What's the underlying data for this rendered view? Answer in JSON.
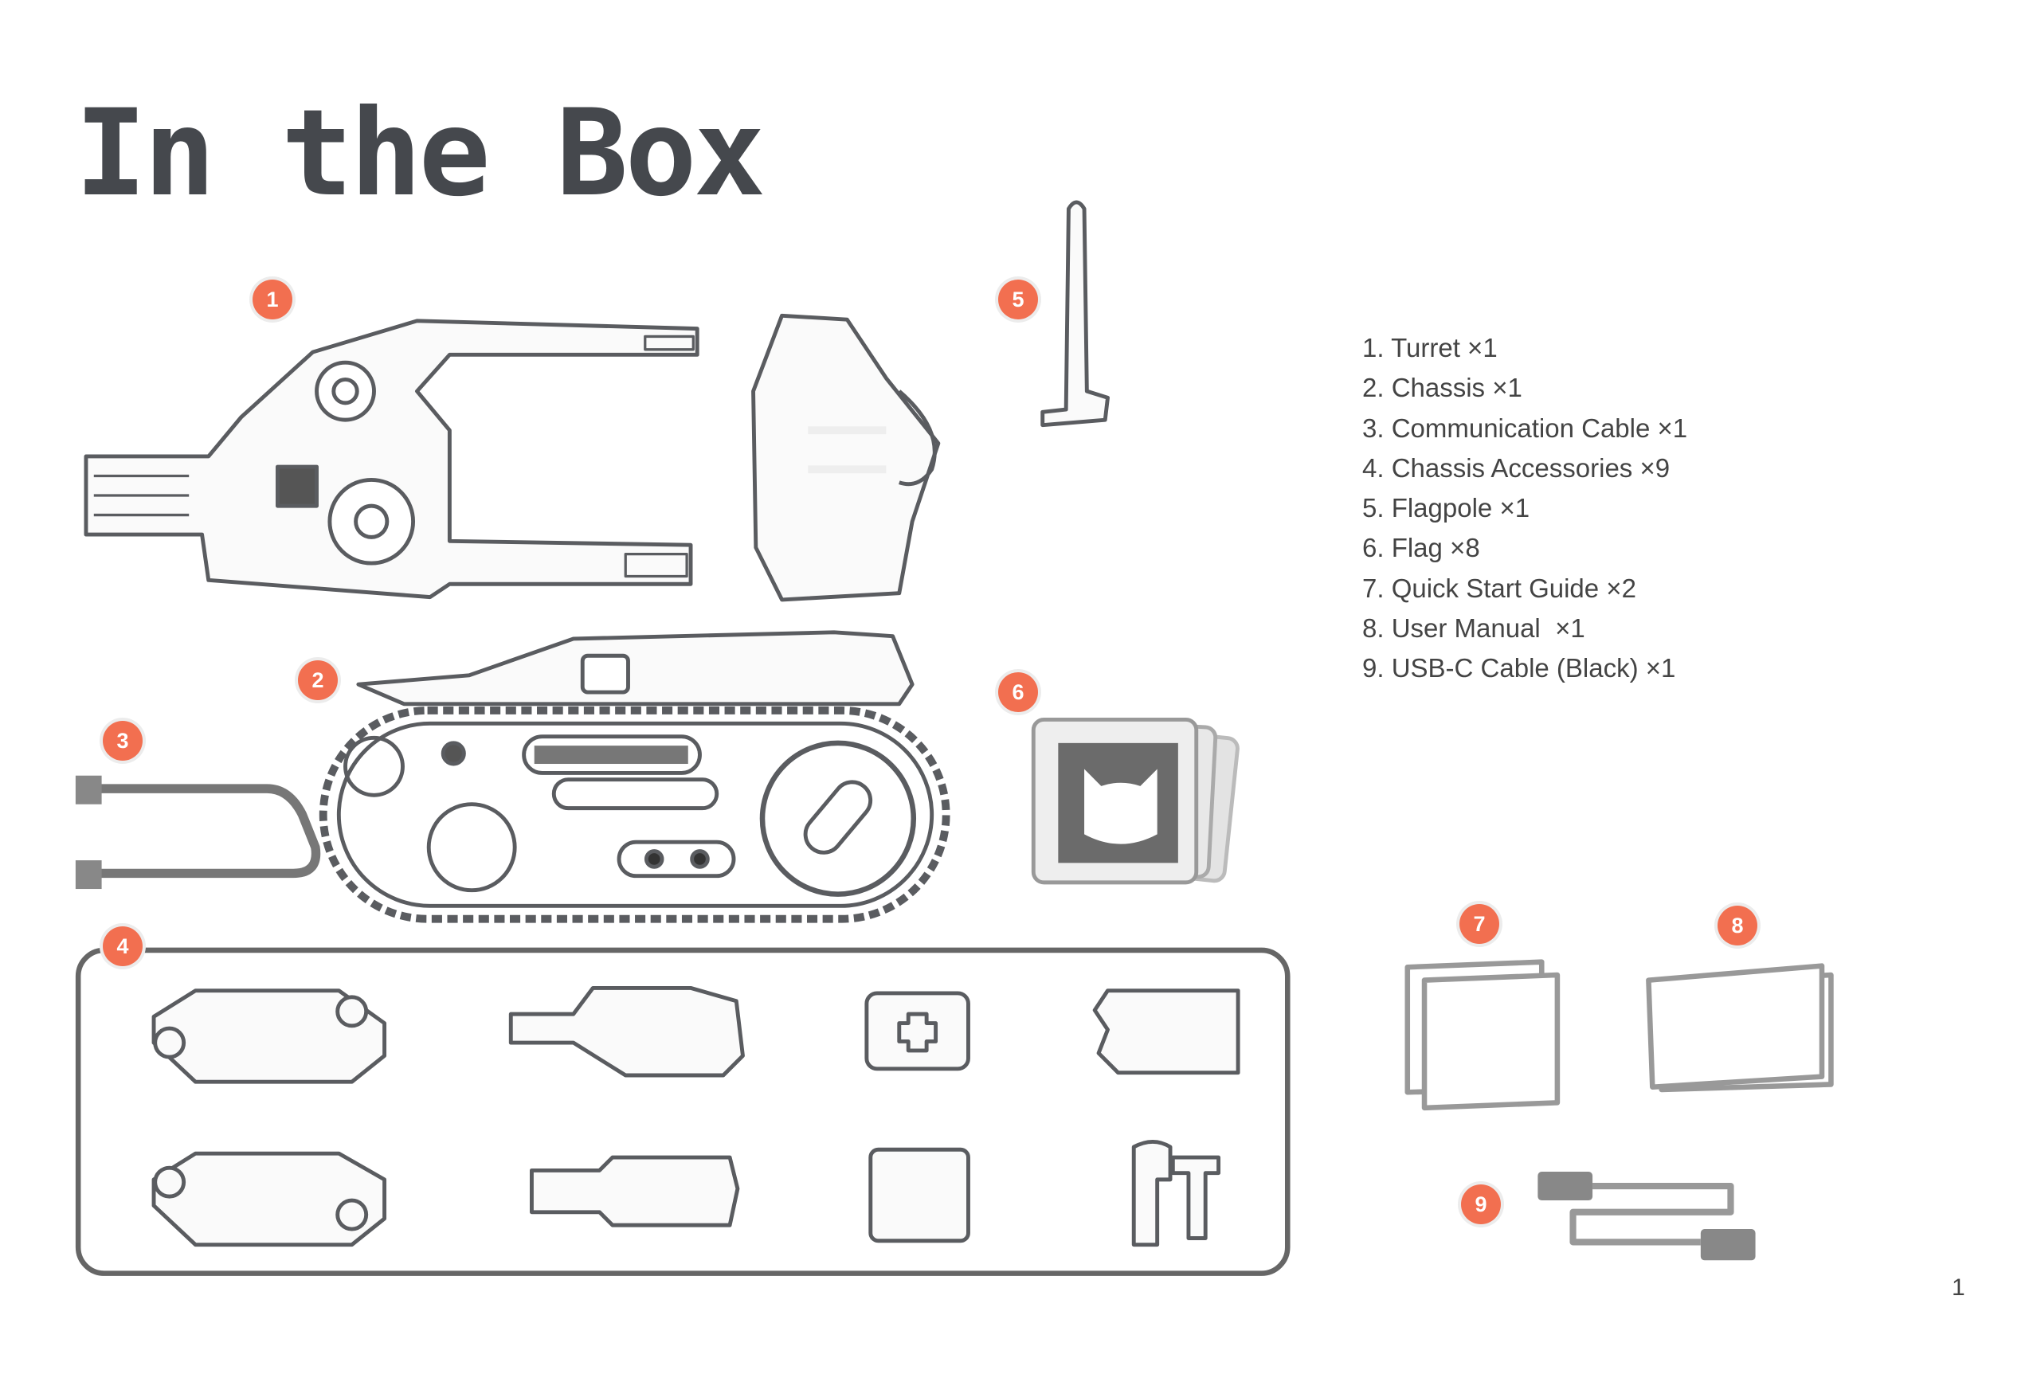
{
  "page": {
    "title": "In the Box",
    "page_number": "1"
  },
  "items": [
    {
      "label": "1. Turret ×1",
      "badge": "1"
    },
    {
      "label": "2. Chassis ×1",
      "badge": "2"
    },
    {
      "label": "3. Communication Cable ×1",
      "badge": "3"
    },
    {
      "label": "4. Chassis Accessories ×9",
      "badge": "4"
    },
    {
      "label": "5. Flagpole ×1",
      "badge": "5"
    },
    {
      "label": "6. Flag ×8",
      "badge": "6"
    },
    {
      "label": "7. Quick Start Guide ×2",
      "badge": "7"
    },
    {
      "label": "8. User Manual  ×1",
      "badge": "8"
    },
    {
      "label": "9. USB-C Cable (Black) ×1",
      "badge": "9"
    }
  ],
  "colors": {
    "badge": "#f26f50",
    "title": "#45484d",
    "outline": "#5a5c60"
  }
}
